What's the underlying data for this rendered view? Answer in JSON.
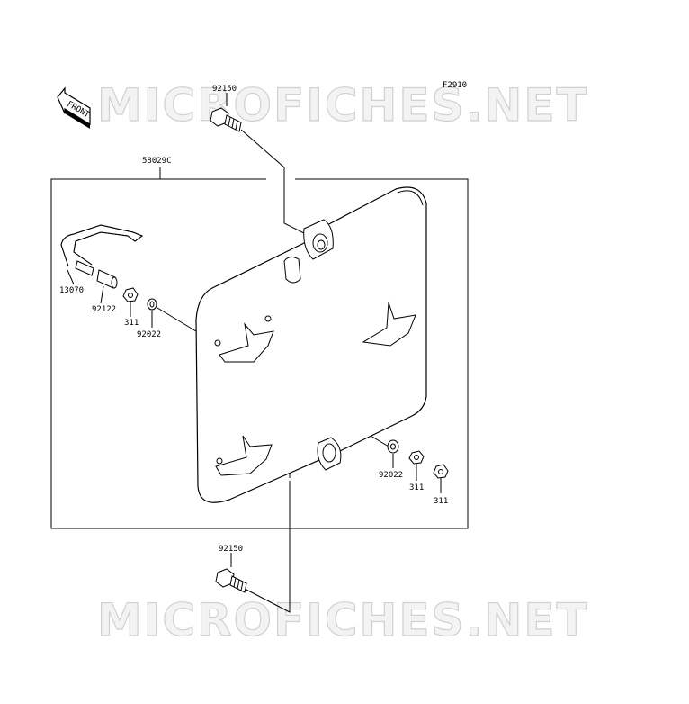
{
  "diagram": {
    "figure_id": "F2910",
    "watermark": "MICROFICHES.NET",
    "front_arrow_label": "FRONT",
    "parts": {
      "assembly": "58029C",
      "bolt_top": "92150",
      "bolt_bottom": "92150",
      "rod": "13070",
      "collar": "92122",
      "nut_left": "311",
      "washer_left": "92022",
      "washer_right": "92022",
      "nut_right_1": "311",
      "nut_right_2": "311"
    }
  }
}
